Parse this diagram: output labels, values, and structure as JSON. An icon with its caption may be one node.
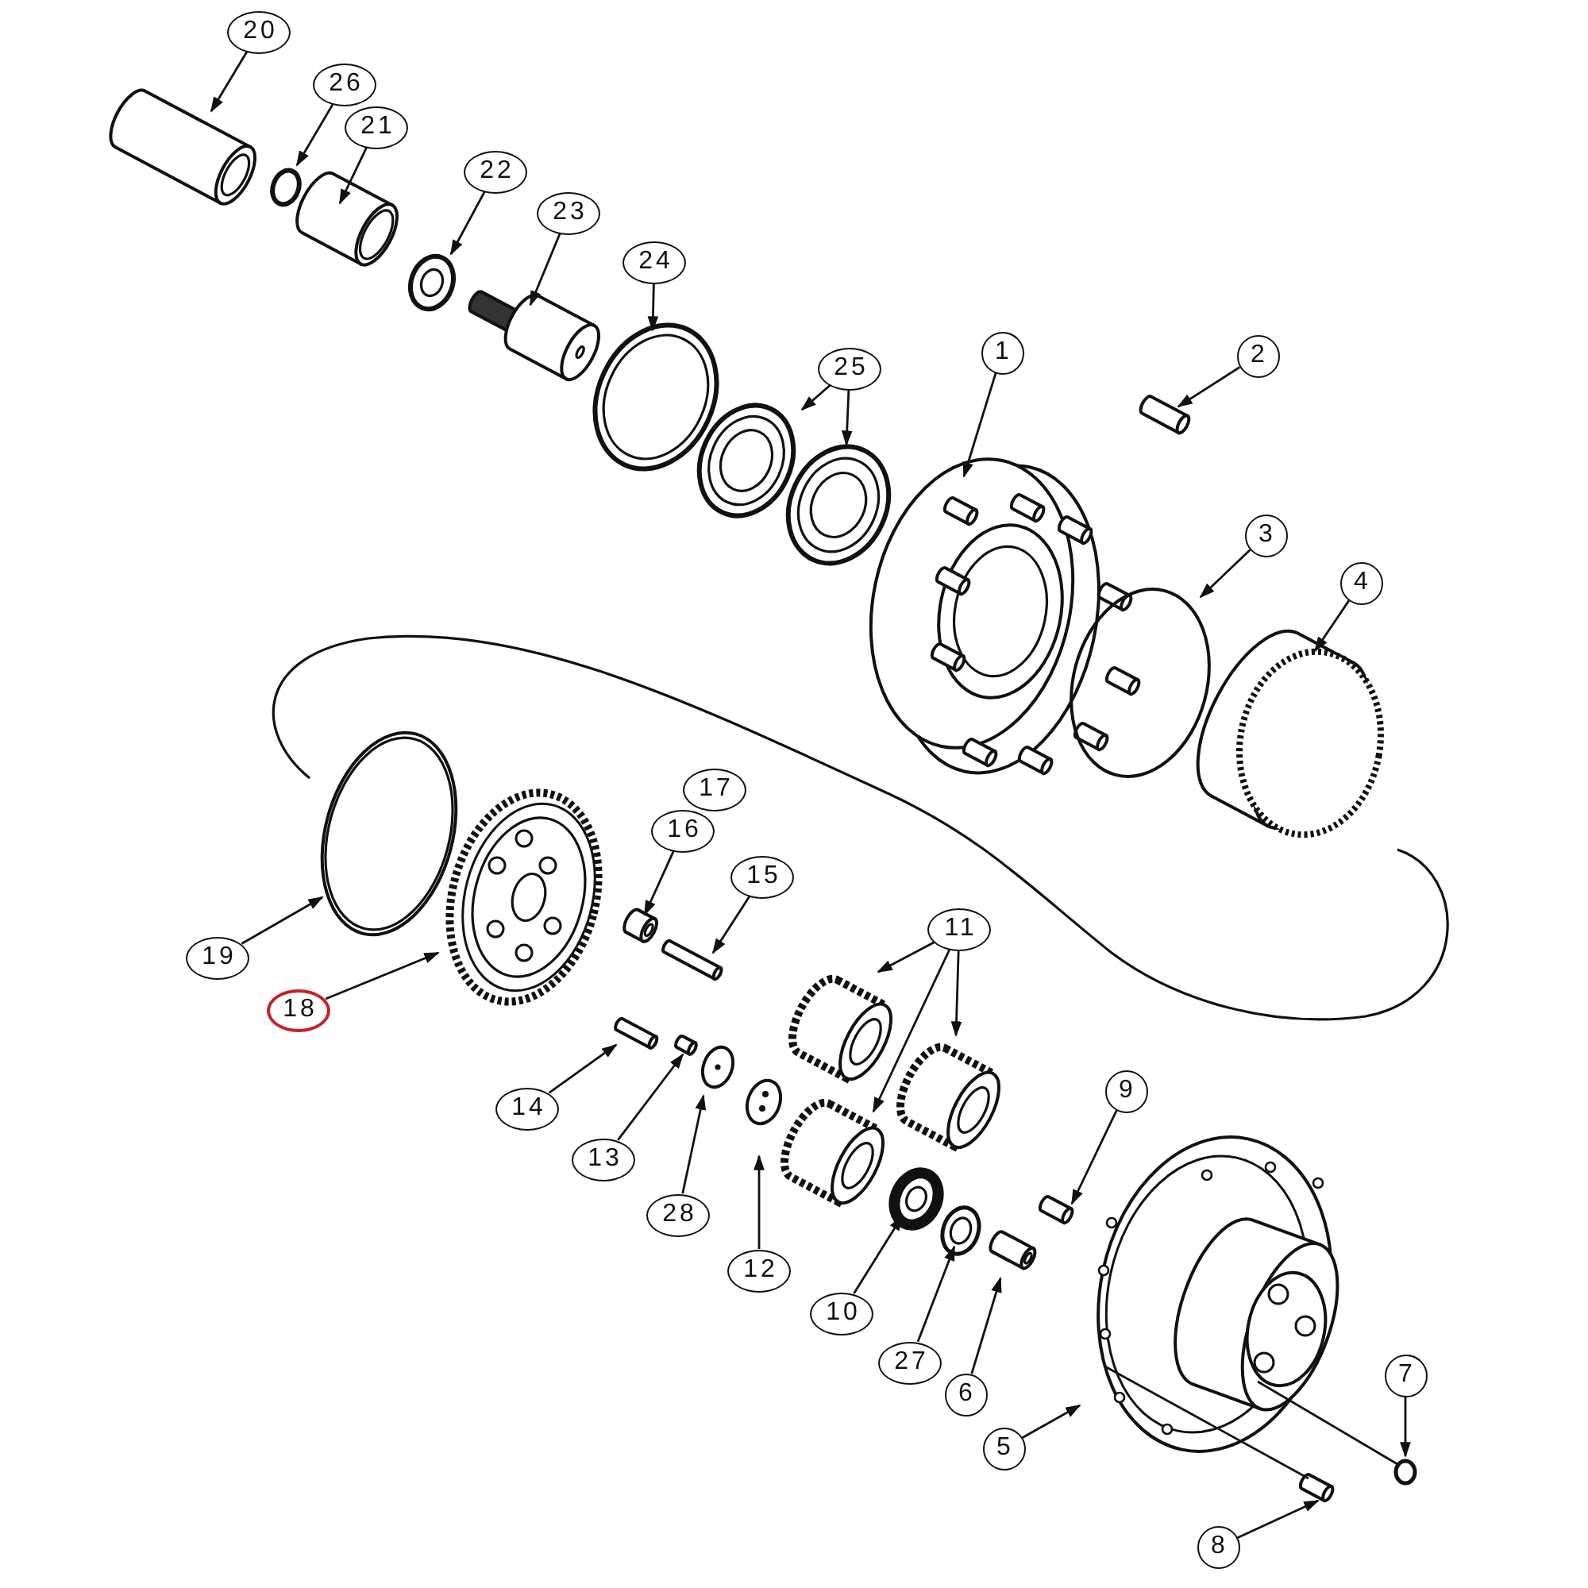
{
  "diagram": {
    "nodes": [
      {
        "text": [
          "20"
        ]
      },
      {
        "text": [
          "26"
        ]
      },
      {
        "text": [
          "21"
        ]
      },
      {
        "text": [
          "22"
        ]
      },
      {
        "text": [
          "23"
        ]
      },
      {
        "text": [
          "24"
        ]
      },
      {
        "text": [
          "25"
        ]
      },
      {
        "text": [
          "1"
        ]
      },
      {
        "text": [
          "2"
        ]
      },
      {
        "text": [
          "3"
        ]
      },
      {
        "text": [
          "4"
        ]
      },
      {
        "text": [
          "17"
        ]
      },
      {
        "text": [
          "16"
        ]
      },
      {
        "text": [
          "15"
        ]
      },
      {
        "text": [
          "19"
        ]
      },
      {
        "text": [
          "18"
        ]
      },
      {
        "text": [
          "11"
        ]
      },
      {
        "text": [
          "9"
        ]
      },
      {
        "text": [
          "14"
        ]
      },
      {
        "text": [
          "13"
        ]
      },
      {
        "text": [
          "28"
        ]
      },
      {
        "text": [
          "12"
        ]
      },
      {
        "text": [
          "10"
        ]
      },
      {
        "text": [
          "27"
        ]
      },
      {
        "text": [
          "6"
        ]
      },
      {
        "text": [
          "5"
        ]
      },
      {
        "text": [
          "7"
        ]
      },
      {
        "text": [
          "8"
        ]
      },
      {
        "text": [],
        "shape": "picture"
      },
      {
        "text": [],
        "shape": "circle"
      },
      {
        "text": [],
        "shape": "picture"
      },
      {
        "text": [],
        "shape": "picture"
      },
      {
        "text": [],
        "shape": "picture"
      },
      {
        "text": [],
        "shape": "picture"
      },
      {
        "text": [],
        "shape": "picture"
      },
      {
        "text": [],
        "shape": "picture"
      },
      {
        "text": [],
        "shape": "picture"
      },
      {
        "text": [],
        "shape": "picture"
      },
      {
        "text": [],
        "shape": "circle"
      },
      {
        "text": [],
        "shape": "picture"
      },
      {
        "text": [],
        "shape": "picture"
      },
      {
        "text": [],
        "shape": "picture"
      },
      {
        "text": [],
        "shape": "circle"
      },
      {
        "text": [],
        "shape": "picture"
      },
      {
        "text": [],
        "shape": "picture"
      },
      {
        "text": [],
        "shape": "picture"
      },
      {
        "text": [],
        "shape": "picture"
      },
      {
        "text": [],
        "shape": "picture"
      },
      {
        "text": [],
        "shape": "picture"
      },
      {
        "text": [],
        "shape": "picture"
      },
      {
        "text": [],
        "shape": "picture"
      },
      {
        "text": [],
        "shape": "picture"
      },
      {
        "text": [],
        "shape": "picture"
      },
      {
        "text": [],
        "shape": "picture"
      },
      {
        "text": [],
        "shape": "picture"
      },
      {
        "text": [],
        "shape": "picture"
      },
      {
        "text": [],
        "shape": "circle"
      },
      {
        "text": [],
        "shape": "picture"
      }
    ],
    "edges": [
      {
        "from": 0,
        "to": 28,
        "arrow": "to"
      },
      {
        "from": 1,
        "to": 29,
        "arrow": "to"
      },
      {
        "from": 2,
        "to": 30,
        "arrow": "to"
      },
      {
        "from": 3,
        "to": 31,
        "arrow": "to"
      },
      {
        "from": 4,
        "to": 32,
        "arrow": "to"
      },
      {
        "from": 5,
        "to": 33,
        "arrow": "to"
      },
      {
        "from": 6,
        "to": 34,
        "arrow": "to"
      },
      {
        "from": 6,
        "to": 35,
        "arrow": "to"
      },
      {
        "from": 7,
        "to": 36,
        "arrow": "to"
      },
      {
        "from": 8,
        "to": 37,
        "arrow": "to"
      },
      {
        "from": 9,
        "to": 38,
        "arrow": "to"
      },
      {
        "from": 10,
        "to": 39,
        "arrow": "to"
      },
      {
        "from": 12,
        "to": 40,
        "arrow": "to"
      },
      {
        "from": 13,
        "to": 41,
        "arrow": "to"
      },
      {
        "from": 14,
        "to": 42,
        "arrow": "to"
      },
      {
        "from": 15,
        "to": 43,
        "arrow": "to"
      },
      {
        "from": 16,
        "to": 44,
        "arrow": "to"
      },
      {
        "from": 16,
        "to": 45,
        "arrow": "to"
      },
      {
        "from": 16,
        "to": 46,
        "arrow": "to"
      },
      {
        "from": 17,
        "to": 47,
        "arrow": "to"
      },
      {
        "from": 18,
        "to": 48,
        "arrow": "to"
      },
      {
        "from": 19,
        "to": 49,
        "arrow": "to"
      },
      {
        "from": 20,
        "to": 50,
        "arrow": "to"
      },
      {
        "from": 21,
        "to": 51,
        "arrow": "to"
      },
      {
        "from": 22,
        "to": 52,
        "arrow": "to"
      },
      {
        "from": 23,
        "to": 53,
        "arrow": "to"
      },
      {
        "from": 24,
        "to": 54,
        "arrow": "to"
      },
      {
        "from": 25,
        "to": 55,
        "arrow": "to"
      },
      {
        "from": 26,
        "to": 56,
        "arrow": "to"
      },
      {
        "from": 27,
        "to": 57,
        "arrow": "to"
      },
      {
        "from": 55,
        "to": 57,
        "arrow": "none"
      },
      {
        "from": 55,
        "to": 56,
        "arrow": "none"
      }
    ]
  }
}
